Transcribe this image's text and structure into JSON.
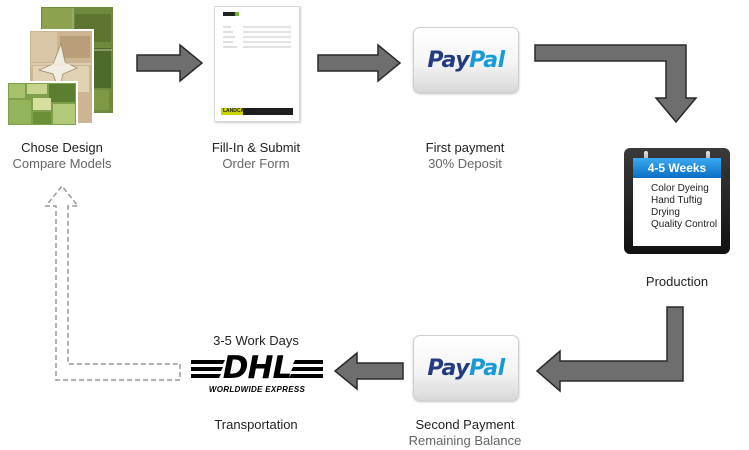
{
  "steps": {
    "design": {
      "title": "Chose Design",
      "subtitle": "Compare Models"
    },
    "order_form": {
      "title": "Fill-In & Submit",
      "subtitle": "Order Form"
    },
    "first_payment": {
      "title": "First payment",
      "subtitle": "30% Deposit"
    },
    "production": {
      "title": "Production"
    },
    "second_payment": {
      "title": "Second Payment",
      "subtitle": "Remaining Balance"
    },
    "transportation": {
      "title": "Transportation",
      "duration": "3-5 Work Days"
    }
  },
  "paypal": {
    "part1": "Pay",
    "part2": "Pal"
  },
  "calendar": {
    "header": "4-5 Weeks",
    "items": [
      "Color Dyeing",
      "Hand Tuftig",
      "Drying",
      "Quality Control"
    ]
  },
  "dhl": {
    "logo": "DHL",
    "tagline": "WORLDWIDE EXPRESS"
  },
  "form": {
    "brand": "LANDCARPET"
  },
  "colors": {
    "arrow_fill": "#6e6e6e",
    "arrow_stroke": "#2a2a2a",
    "paypal_dark": "#253b80",
    "paypal_light": "#179bd7",
    "calendar_header": "#1a86d8",
    "dhl_red": "#000000"
  }
}
